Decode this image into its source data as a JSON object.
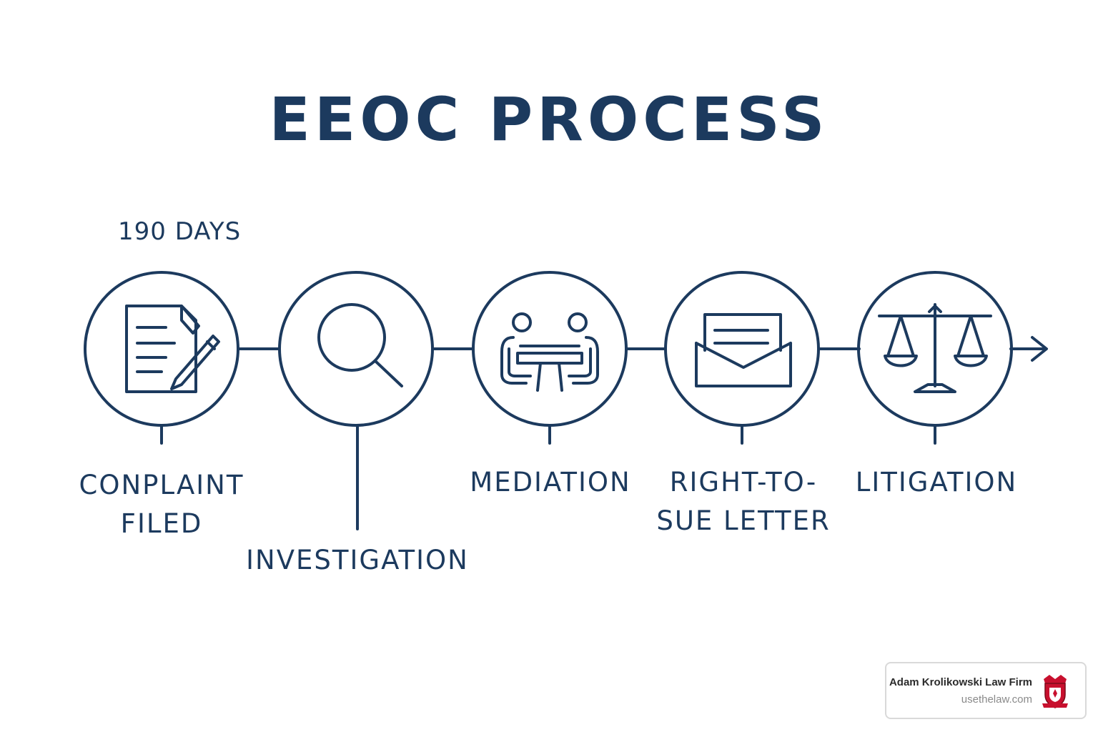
{
  "title": "EEOC PROCESS",
  "duration_label": "190 DAYS",
  "steps": [
    {
      "label": "CONPLAINT\nFILED",
      "icon": "document-pen-icon"
    },
    {
      "label": "INVESTIGATION",
      "icon": "magnifying-glass-icon"
    },
    {
      "label": "MEDIATION",
      "icon": "people-table-icon"
    },
    {
      "label": "RIGHT-TO-\nSUE LETTER",
      "icon": "envelope-letter-icon"
    },
    {
      "label": "LITIGATION",
      "icon": "scales-of-justice-icon"
    }
  ],
  "watermark": {
    "firm_name": "Adam Krolikowski Law Firm",
    "url": "usethelaw.com",
    "logo_icon": "law-firm-crest-icon"
  },
  "colors": {
    "primary": "#1c3a5e",
    "background": "#ffffff",
    "badge_border": "#d9d9d9"
  }
}
